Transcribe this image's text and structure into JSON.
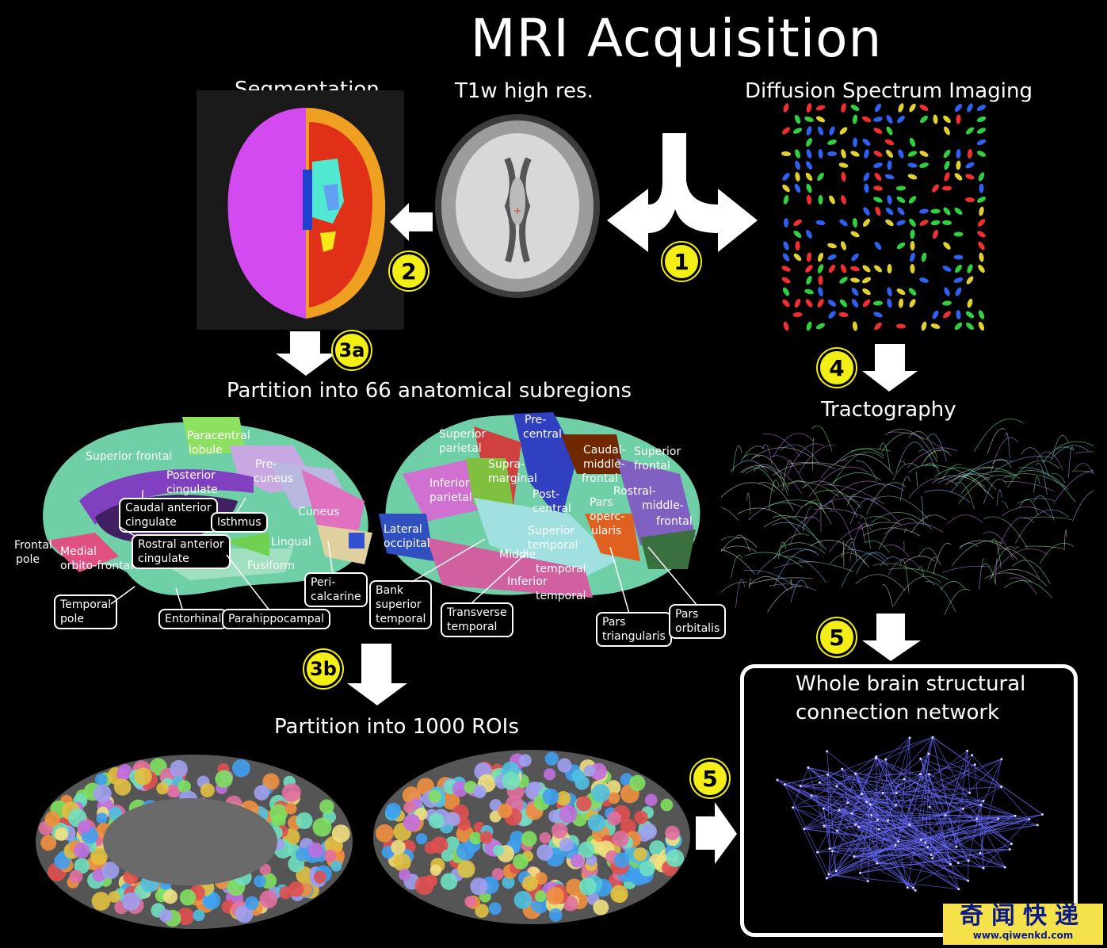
{
  "title": "MRI Acquisition",
  "panels": {
    "segmentation": "Segmentation",
    "t1w": "T1w high res.",
    "dsi": "Diffusion Spectrum Imaging",
    "partition66": "Partition into 66 anatomical subregions",
    "tractography": "Tractography",
    "partition1000": "Partition into 1000 ROIs",
    "network_line1": "Whole brain structural",
    "network_line2": "connection network"
  },
  "steps": [
    "1",
    "2",
    "3a",
    "4",
    "3b",
    "5",
    "5"
  ],
  "medial_labels": {
    "superior_frontal": "Superior frontal",
    "paracentral_1": "Paracentral",
    "paracentral_2": "lobule",
    "precuneus_1": "Pre-",
    "precuneus_2": "cuneus",
    "posterior_cingulate_1": "Posterior",
    "posterior_cingulate_2": "cingulate",
    "cuneus": "Cuneus",
    "lingual": "Lingual",
    "fusiform": "Fusiform",
    "frontal_pole_1": "Frontal",
    "frontal_pole_2": "pole",
    "medial_orbitofrontal_1": "Medial",
    "medial_orbitofrontal_2": "orbito-frontal"
  },
  "medial_boxes": {
    "caudal_anterior_1": "Caudal anterior",
    "caudal_anterior_2": "cingulate",
    "isthmus": "Isthmus",
    "rostral_anterior_1": "Rostral anterior",
    "rostral_anterior_2": "cingulate",
    "temporal_pole_1": "Temporal",
    "temporal_pole_2": "pole",
    "entorhinal": "Entorhinal",
    "parahippocampal": "Parahippocampal",
    "pericalcarine_1": "Peri-",
    "pericalcarine_2": "calcarine"
  },
  "lateral_labels": {
    "superior_parietal_1": "Superior",
    "superior_parietal_2": "parietal",
    "precentral_1": "Pre-",
    "precentral_2": "central",
    "caudal_middle_frontal_1": "Caudal-",
    "caudal_middle_frontal_2": "middle-",
    "caudal_middle_frontal_3": "frontal",
    "superior_frontal_1": "Superior",
    "superior_frontal_2": "frontal",
    "supramarginal_1": "Supra-",
    "supramarginal_2": "marginal",
    "inferior_parietal_1": "Inferior",
    "inferior_parietal_2": "parietal",
    "postcentral_1": "Post-",
    "postcentral_2": "central",
    "pars_opercularis_1": "Pars",
    "pars_opercularis_2": "operc-",
    "pars_opercularis_3": "ularis",
    "rostral_middle_frontal_1": "Rostral-",
    "rostral_middle_frontal_2": "middle-",
    "rostral_middle_frontal_3": "frontal",
    "lateral_occipital_1": "Lateral",
    "lateral_occipital_2": "occipital",
    "superior_temporal_1": "Superior",
    "superior_temporal_2": "temporal",
    "middle_temporal_1": "Middle",
    "middle_temporal_2": "temporal",
    "inferior_temporal_1": "Inferior",
    "inferior_temporal_2": "temporal"
  },
  "lateral_boxes": {
    "bank_sts_1": "Bank",
    "bank_sts_2": "superior",
    "bank_sts_3": "temporal",
    "transverse_temporal_1": "Transverse",
    "transverse_temporal_2": "temporal",
    "pars_triangularis_1": "Pars",
    "pars_triangularis_2": "triangularis",
    "pars_orbitalis_1": "Pars",
    "pars_orbitalis_2": "orbitalis"
  },
  "watermark": {
    "chinese": "奇闻快递",
    "url": "www.qiwenkd.com"
  },
  "colors": {
    "step_fill": "#f3ee15",
    "network_edges": "#6a6cff",
    "watermark_bg": "#f5e24a",
    "watermark_text": "#0a1a8a"
  }
}
